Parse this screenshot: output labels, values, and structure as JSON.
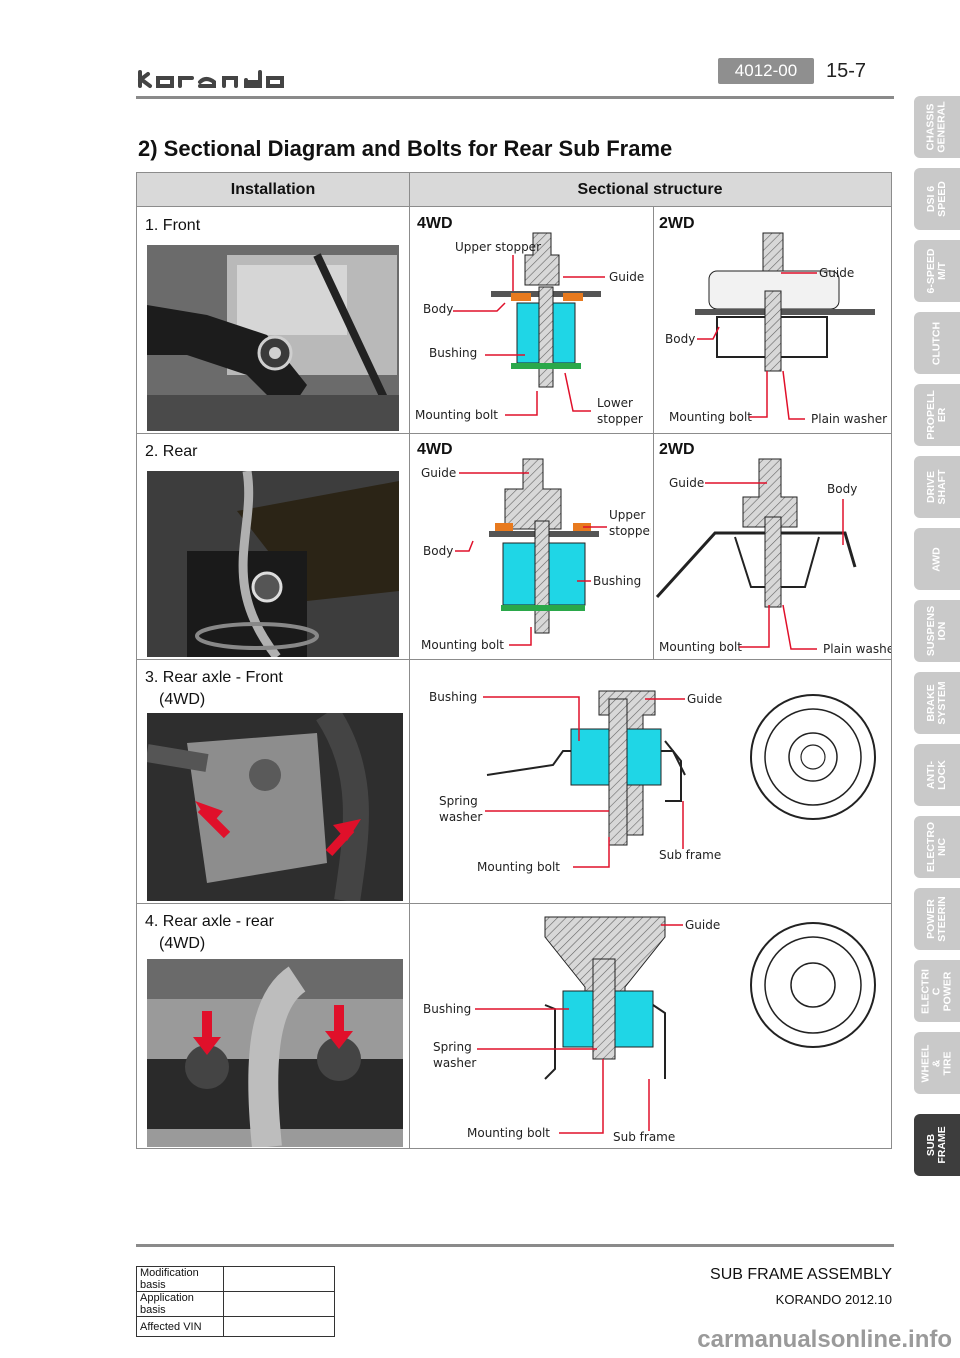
{
  "header": {
    "code": "4012-00",
    "page": "15-7",
    "logo_text": "korando"
  },
  "title": "2) Sectional Diagram and Bolts for Rear Sub Frame",
  "table": {
    "col_installation": "Installation",
    "col_structure": "Sectional structure",
    "rows": [
      {
        "label": "1. Front",
        "left_type": "4WD",
        "right_type": "2WD",
        "callouts_left": [
          "Upper stopper",
          "Guide",
          "Body",
          "Bushing",
          "Mounting bolt",
          "Lower",
          "stopper"
        ],
        "callouts_right": [
          "Guide",
          "Body",
          "Mounting bolt",
          "Plain washer"
        ]
      },
      {
        "label": "2. Rear",
        "left_type": "4WD",
        "right_type": "2WD",
        "callouts_left": [
          "Guide",
          "Upper",
          "stopper",
          "Body",
          "Bushing",
          "Mounting bolt"
        ],
        "callouts_right": [
          "Guide",
          "Body",
          "Mounting bolt",
          "Plain washer"
        ]
      },
      {
        "label": "3. Rear axle - Front",
        "label2": "(4WD)",
        "callouts": [
          "Bushing",
          "Guide",
          "Spring",
          "washer",
          "Mounting bolt",
          "Sub frame"
        ]
      },
      {
        "label": "4. Rear axle - rear",
        "label2": "(4WD)",
        "callouts": [
          "Guide",
          "Bushing",
          "Spring",
          "washer",
          "Mounting bolt",
          "Sub frame"
        ]
      }
    ]
  },
  "side_tabs": [
    "CHASSIS\nGENERAL",
    "DSI 6\nSPEED",
    "6-SPEED\nM/T",
    "CLUTCH",
    "PROPELL\nER",
    "DRIVE\nSHAFT",
    "AWD",
    "SUSPENS\nION",
    "BRAKE\nSYSTEM",
    "ANTI-\nLOCK",
    "ELECTRO\nNIC",
    "POWER\nSTEERIN",
    "ELECTRI\nC POWER",
    "WHEEL &\nTIRE",
    "SUB\nFRAME"
  ],
  "active_tab": "SUB\nFRAME",
  "footer": {
    "section_title": "SUB FRAME ASSEMBLY",
    "model": "KORANDO 2012.10",
    "mod_rows": [
      "Modification basis",
      "Application basis",
      "Affected VIN"
    ]
  },
  "watermark": "carmanualsonline.info",
  "colors": {
    "accent_red": "#e0102a",
    "cyan": "#1fd6e6",
    "orange": "#e87a1e",
    "tab_gray": "#c9c9c9",
    "tab_active": "#3d3d3d"
  }
}
